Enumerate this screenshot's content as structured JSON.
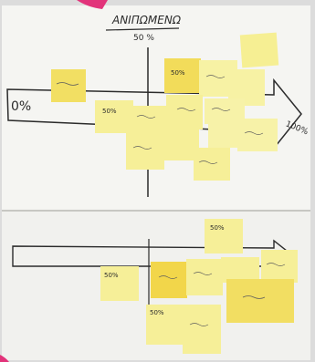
{
  "board_title": "ΑΝΙΠΩΜΕΝΩ",
  "midpoint_label": "50 %",
  "scale_start_label": "0%",
  "scale_end_label": "100%",
  "colors": {
    "paper": "#f6f6f3",
    "note_pale": "#f6f19b",
    "note_bright": "#f2d64a",
    "marker": "#2b2b2b",
    "corner_accent": "#e2337a"
  },
  "note_texts": [
    "50%",
    "50%",
    "50%",
    "50%",
    "50%"
  ]
}
